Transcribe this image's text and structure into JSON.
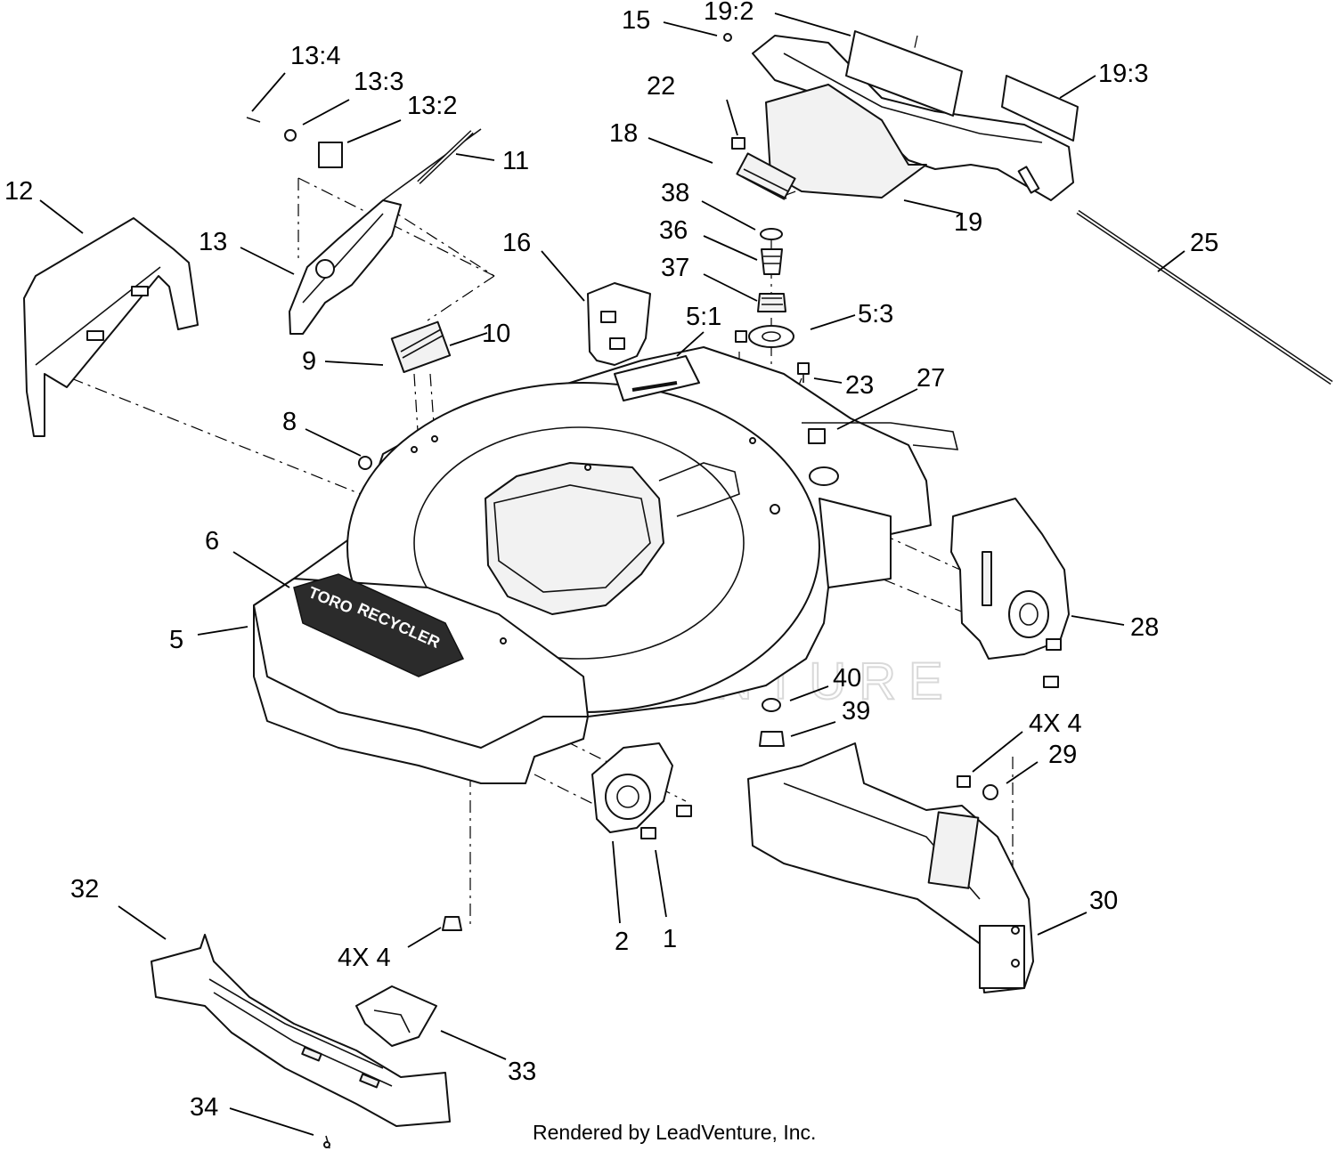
{
  "callouts": [
    {
      "id": "c-15",
      "text": "15"
    },
    {
      "id": "c-19-2",
      "text": "19:2"
    },
    {
      "id": "c-19-3",
      "text": "19:3"
    },
    {
      "id": "c-13-4",
      "text": "13:4"
    },
    {
      "id": "c-13-3",
      "text": "13:3"
    },
    {
      "id": "c-13-2",
      "text": "13:2"
    },
    {
      "id": "c-22",
      "text": "22"
    },
    {
      "id": "c-18",
      "text": "18"
    },
    {
      "id": "c-11",
      "text": "11"
    },
    {
      "id": "c-12",
      "text": "12"
    },
    {
      "id": "c-38",
      "text": "38"
    },
    {
      "id": "c-19",
      "text": "19"
    },
    {
      "id": "c-13",
      "text": "13"
    },
    {
      "id": "c-16",
      "text": "16"
    },
    {
      "id": "c-36",
      "text": "36"
    },
    {
      "id": "c-25",
      "text": "25"
    },
    {
      "id": "c-37",
      "text": "37"
    },
    {
      "id": "c-5-1",
      "text": "5:1"
    },
    {
      "id": "c-5-3",
      "text": "5:3"
    },
    {
      "id": "c-10",
      "text": "10"
    },
    {
      "id": "c-9",
      "text": "9"
    },
    {
      "id": "c-23",
      "text": "23"
    },
    {
      "id": "c-27",
      "text": "27"
    },
    {
      "id": "c-8",
      "text": "8"
    },
    {
      "id": "c-6",
      "text": "6"
    },
    {
      "id": "c-5",
      "text": "5"
    },
    {
      "id": "c-28",
      "text": "28"
    },
    {
      "id": "c-40",
      "text": "40"
    },
    {
      "id": "c-39",
      "text": "39"
    },
    {
      "id": "c-4x4-right",
      "text": "4X 4"
    },
    {
      "id": "c-29",
      "text": "29"
    },
    {
      "id": "c-32",
      "text": "32"
    },
    {
      "id": "c-30",
      "text": "30"
    },
    {
      "id": "c-2",
      "text": "2"
    },
    {
      "id": "c-1",
      "text": "1"
    },
    {
      "id": "c-4x4-left",
      "text": "4X 4"
    },
    {
      "id": "c-33",
      "text": "33"
    },
    {
      "id": "c-34",
      "text": "34"
    }
  ],
  "decals": {
    "brand": "TORO",
    "product": "RECYCLER"
  },
  "watermark": "LEADVENTURE",
  "footer": "Rendered by LeadVenture, Inc.",
  "colors": {
    "line": "#111111",
    "watermark": "#d9d9d9",
    "background": "#ffffff"
  }
}
